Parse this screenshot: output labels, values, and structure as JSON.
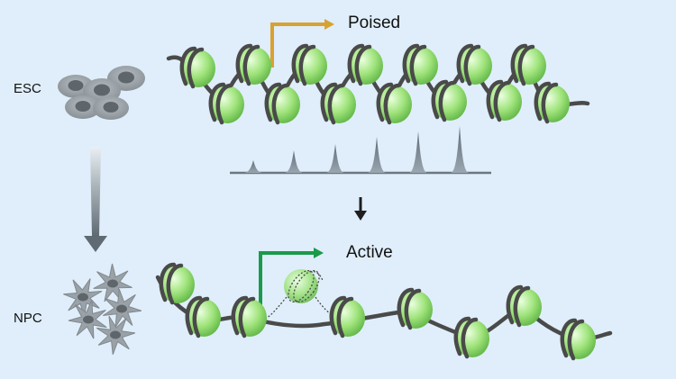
{
  "labels": {
    "esc": "ESC",
    "npc": "NPC",
    "poised": "Poised",
    "active": "Active"
  },
  "colors": {
    "background": "#dfeefa",
    "dna": "#4a4a4a",
    "nucleosome": "#9ee37a",
    "poised_arrow": "#d8a233",
    "active_arrow": "#1a9a4a",
    "peaks": "#7d8b96",
    "cell": "#8f979d"
  },
  "icons": {
    "differentiation_arrow": "gradient-down-arrow-icon",
    "transition_arrow": "down-arrow-icon"
  }
}
